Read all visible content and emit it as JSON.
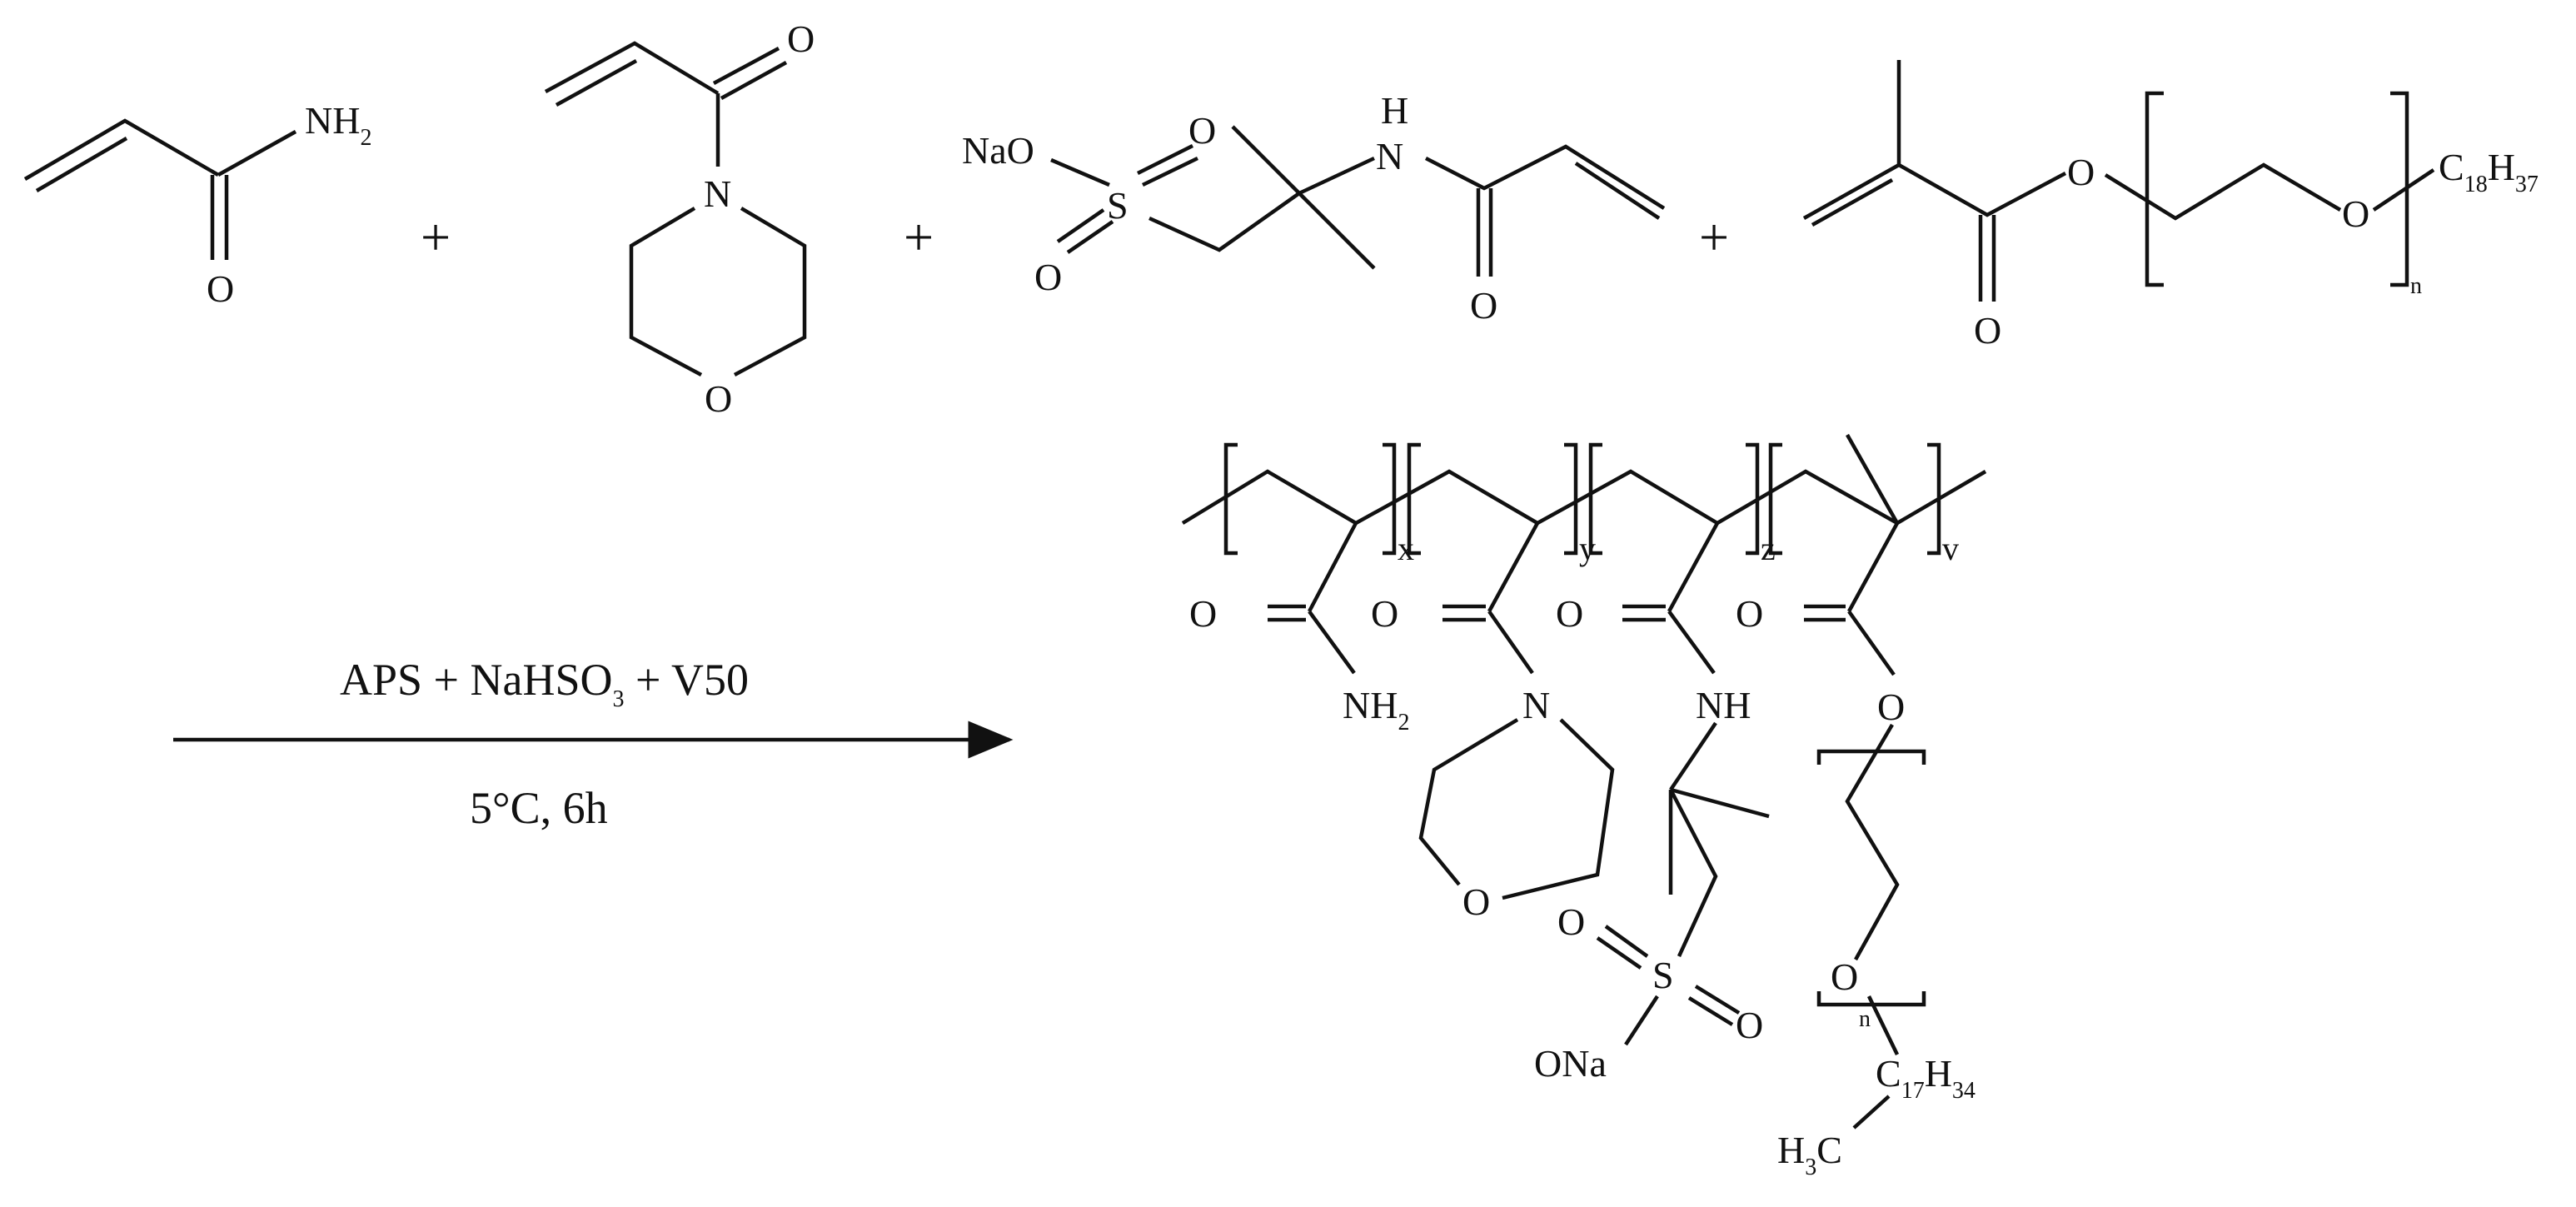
{
  "atoms": {
    "O": "O",
    "N": "N",
    "H": "H",
    "S": "S",
    "NH2_main": "NH",
    "NH2_sub": "2",
    "NaO": "NaO",
    "ONa": "ONa",
    "NH": "NH",
    "C18_C": "C",
    "C18_n1": "18",
    "C18_H": "H",
    "C18_n2": "37",
    "C17_C": "C",
    "C17_n1": "17",
    "C17_H": "H",
    "C17_n2": "34",
    "H3C_H": "H",
    "H3C_n": "3",
    "H3C_C": "C"
  },
  "operators": {
    "plus": "+"
  },
  "subscripts": {
    "n": "n",
    "x": "x",
    "y": "y",
    "z": "z",
    "v": "v"
  },
  "conditions": {
    "reagents_a": "APS + NaHSO",
    "reagents_sub": "3",
    "reagents_b": " + V50",
    "temp_time": "5°C, 6h"
  },
  "colors": {
    "ink": "#111111",
    "background": "#ffffff"
  }
}
